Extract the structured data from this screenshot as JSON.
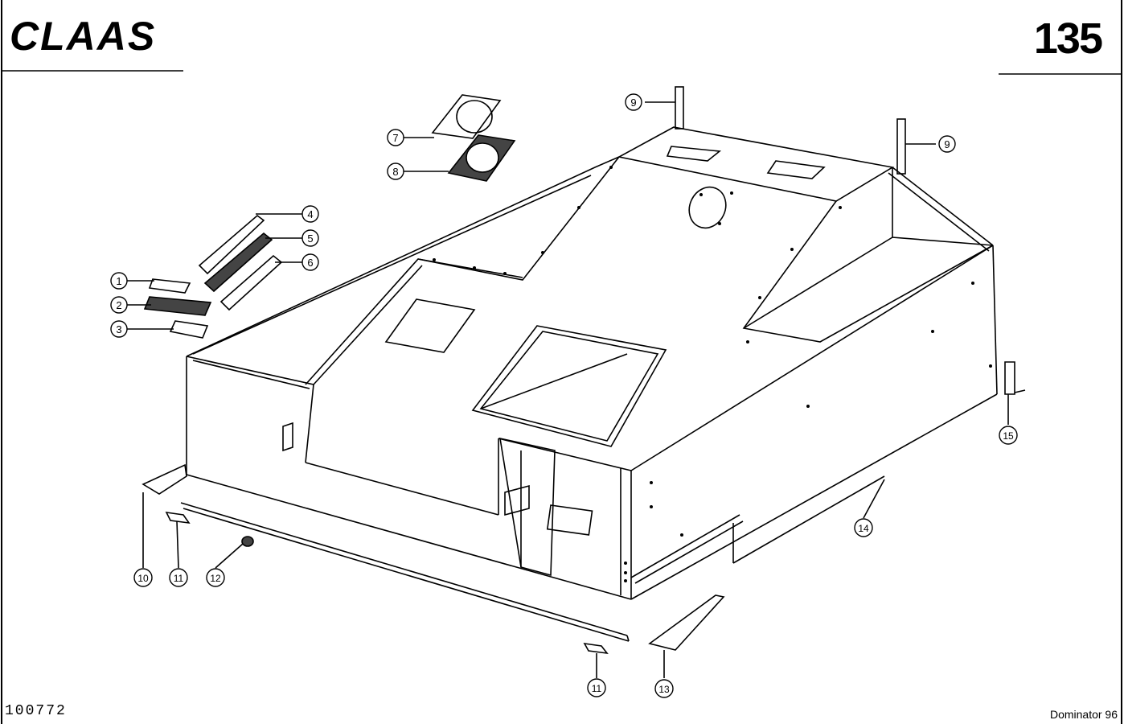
{
  "header": {
    "brand": "CLAAS",
    "page_number": "135"
  },
  "footer": {
    "drawing_id": "100772",
    "model": "Dominator 96"
  },
  "callouts": [
    {
      "id": "c1",
      "label": "1"
    },
    {
      "id": "c2",
      "label": "2"
    },
    {
      "id": "c3",
      "label": "3"
    },
    {
      "id": "c4",
      "label": "4"
    },
    {
      "id": "c5",
      "label": "5"
    },
    {
      "id": "c6",
      "label": "6"
    },
    {
      "id": "c7",
      "label": "7"
    },
    {
      "id": "c8",
      "label": "8"
    },
    {
      "id": "c9a",
      "label": "9"
    },
    {
      "id": "c9b",
      "label": "9"
    },
    {
      "id": "c10",
      "label": "10"
    },
    {
      "id": "c11a",
      "label": "11"
    },
    {
      "id": "c11b",
      "label": "11"
    },
    {
      "id": "c12",
      "label": "12"
    },
    {
      "id": "c13",
      "label": "13"
    },
    {
      "id": "c14",
      "label": "14"
    },
    {
      "id": "c15",
      "label": "15"
    }
  ]
}
